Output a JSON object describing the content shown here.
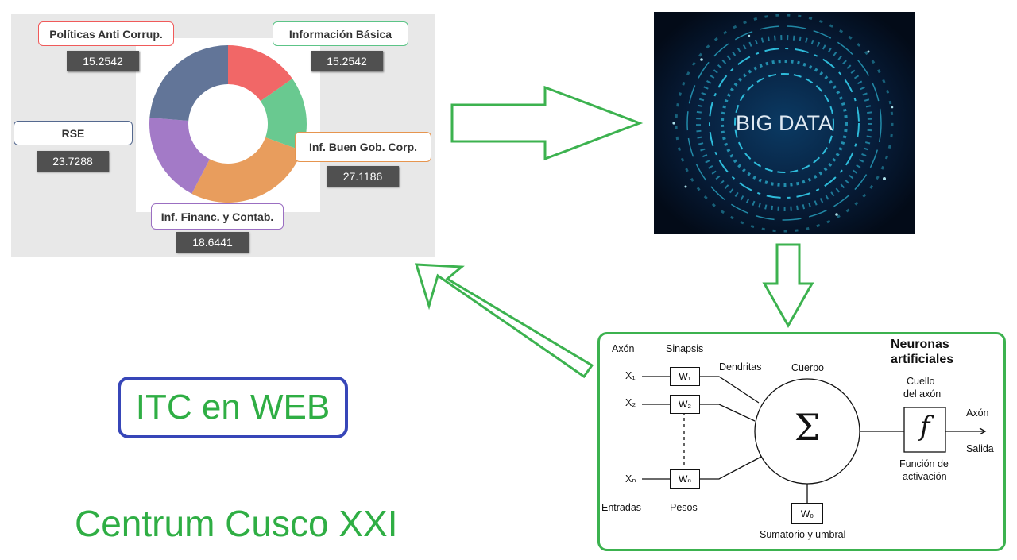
{
  "donut_chart": {
    "labels": [
      {
        "name": "politicas",
        "text": "Políticas Anti Corrup.",
        "value": "15.2542",
        "color": "#f05a5a"
      },
      {
        "name": "info-basica",
        "text": "Información Básica",
        "value": "15.2542",
        "color": "#5cc487"
      },
      {
        "name": "buen-gob",
        "text": "Inf. Buen Gob. Corp.",
        "value": "27.1186",
        "color": "#e6954f"
      },
      {
        "name": "financ",
        "text": "Inf. Financ. y Contab.",
        "value": "18.6441",
        "color": "#9b6fc2"
      },
      {
        "name": "rse",
        "text": "RSE",
        "value": "23.7288",
        "color": "#55698f"
      }
    ]
  },
  "chart_data": {
    "type": "pie",
    "categories": [
      "Políticas Anti Corrup.",
      "Información Básica",
      "Inf. Buen Gob. Corp.",
      "Inf. Financ. y Contab.",
      "RSE"
    ],
    "values": [
      15.2542,
      15.2542,
      27.1186,
      18.6441,
      23.7288
    ]
  },
  "big_data": {
    "text": "BIG DATA"
  },
  "itc": {
    "text": "ITC en WEB"
  },
  "centrum": {
    "text": "Centrum Cusco XXI"
  },
  "neuron": {
    "title_line1": "Neuronas",
    "title_line2": "artificiales",
    "axon_in": "Axón",
    "sinapsis": "Sinapsis",
    "dendritas": "Dendritas",
    "cuerpo": "Cuerpo",
    "cuello1": "Cuello",
    "cuello2": "del axón",
    "axon_out": "Axón",
    "salida": "Salida",
    "funcion1": "Función de",
    "funcion2": "activación",
    "entradas": "Entradas",
    "pesos": "Pesos",
    "sumatorio": "Sumatorio y umbral",
    "sigma": "Σ",
    "f": "f",
    "x1": "X₁",
    "x2": "X₂",
    "xn": "Xₙ",
    "w1": "W₁",
    "w2": "W₂",
    "wn": "Wₙ",
    "w0": "W₀"
  },
  "colors": {
    "arrow": "#3cb24f",
    "itc_border": "#3746b8",
    "text_green": "#2fae44"
  }
}
